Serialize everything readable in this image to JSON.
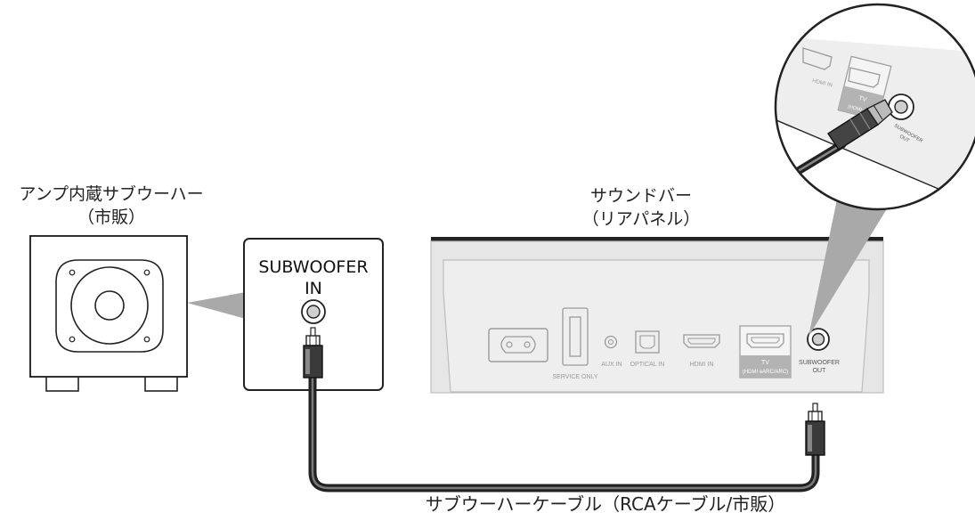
{
  "subwoofer": {
    "label_line1": "アンプ内蔵サブウーハー",
    "label_line2": "（市販）"
  },
  "soundbar": {
    "label_line1": "サウンドバー",
    "label_line2": "（リアパネル）",
    "ports": {
      "service": "SERVICE ONLY",
      "aux": "AUX IN",
      "optical": "OPTICAL IN",
      "hdmi_in": "HDMI IN",
      "tv": "TV",
      "tv_sub": "(HDMI eARC/ARC)",
      "sub_out_1": "SUBWOOFER",
      "sub_out_2": "OUT"
    }
  },
  "subwoofer_jack": {
    "title_line1": "SUBWOOFER",
    "title_line2": "IN"
  },
  "cable": {
    "label": "サブウーハーケーブル（RCAケーブル/市販）"
  },
  "zoom": {
    "hdmi_in": "HDMI IN",
    "tv": "TV",
    "tv_sub": "(HDMI eARC/ARC)",
    "sub_out_1": "SUBWOOFER",
    "sub_out_2": "OUT"
  },
  "colors": {
    "line": "#222222",
    "gray_fill": "#cfcfcf",
    "panel_fill": "#eeeeee",
    "callout": "#a9a9a9",
    "tv_badge": "#b3b3b3",
    "tick_text": "#9a9a9a"
  }
}
